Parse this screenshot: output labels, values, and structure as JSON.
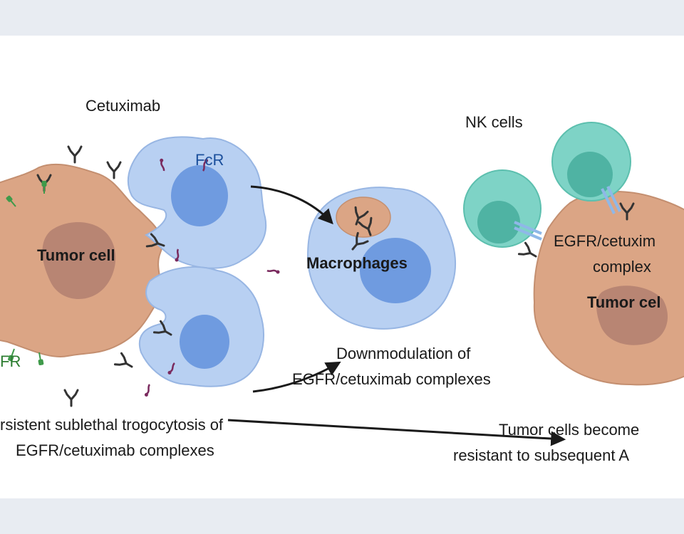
{
  "labels": {
    "cetuximab": "Cetuximab",
    "fcr": "FcR",
    "tumor_cell_left": "Tumor cell",
    "egfr_partial": "FR",
    "macrophages": "Macrophages",
    "nk_cells": "NK cells",
    "complex_line1": "EGFR/cetuxim",
    "complex_line2": "complex",
    "tumor_cell_right": "Tumor cel",
    "downmod_line1": "Downmodulation of",
    "downmod_line2": "EGFR/cetuximab complexes",
    "trogo_line1": "rsistent sublethal trogocytosis of",
    "trogo_line2": "EGFR/cetuximab complexes",
    "resist_line1": "Tumor cells become",
    "resist_line2": "resistant to subsequent A"
  },
  "colors": {
    "tumor_cell": "#dba585",
    "tumor_nucleus": "#b88573",
    "macrophage": "#b8d0f2",
    "macrophage_nucleus": "#6f9be0",
    "nk_cell": "#7ed3c6",
    "nk_nucleus": "#4fb3a3",
    "receptor": "#3f9a4a",
    "fcr_receptor": "#7a2a5e",
    "antibody": "#333333"
  }
}
